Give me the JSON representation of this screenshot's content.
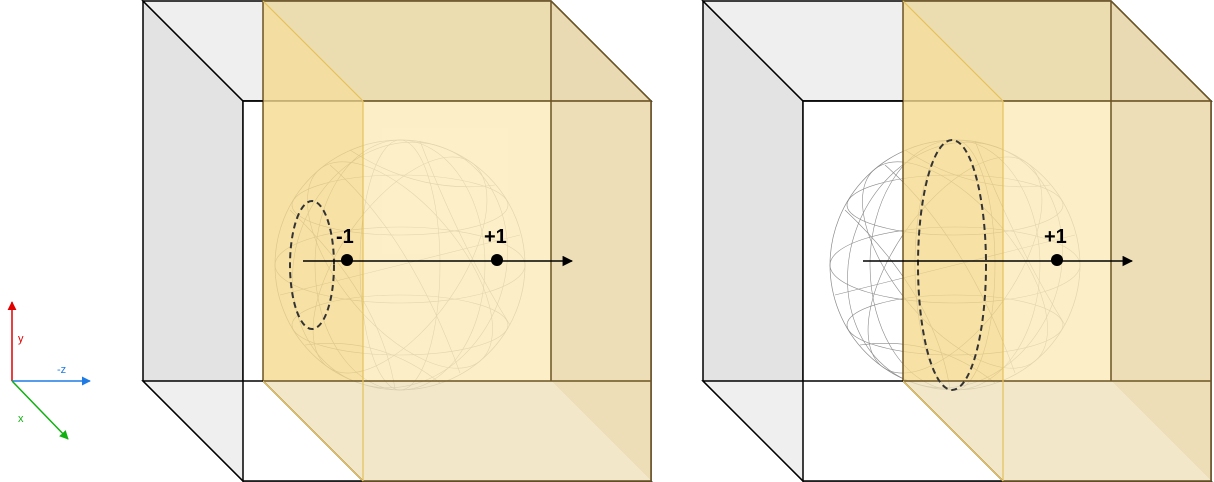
{
  "axes_legend": {
    "y_label": "y",
    "z_label": "-z",
    "x_label": "x",
    "colors": {
      "y": "#e00000",
      "z": "#1e7be6",
      "x": "#10b010"
    }
  },
  "panels": [
    {
      "name": "left-panel",
      "labels": [
        "-1",
        "+1"
      ]
    },
    {
      "name": "right-panel",
      "labels": [
        "+1"
      ]
    }
  ],
  "colors": {
    "plane_fill": "#f7d67a",
    "plane_stroke": "#5a4520",
    "cube_edge": "#000000",
    "cube_side_gray": "#e3e3e3",
    "cube_top_gray": "#efefef"
  }
}
